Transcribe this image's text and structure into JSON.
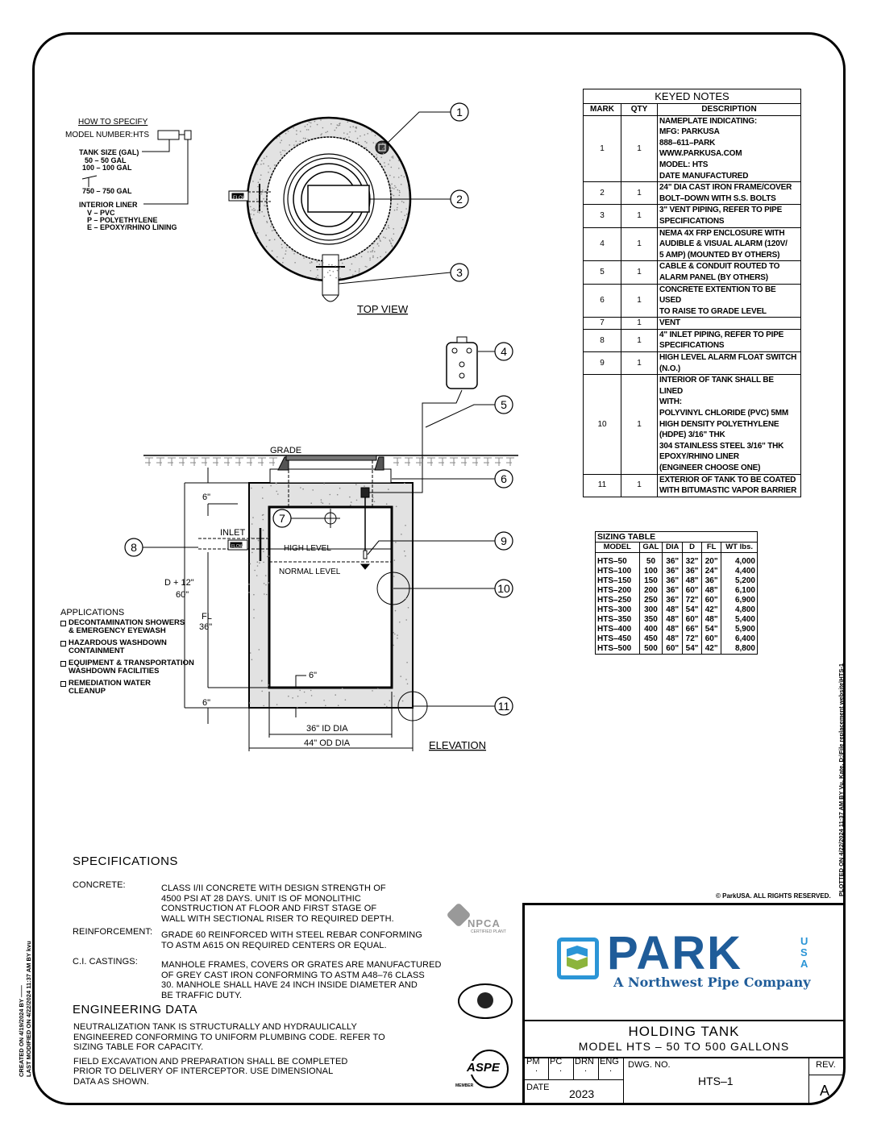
{
  "how_to_specify": {
    "title": "HOW TO SPECIFY",
    "model_number": "MODEL NUMBER:HTS",
    "tank_size_title": "TANK SIZE (GAL)",
    "tank_sizes": [
      "50 – 50 GAL",
      "100 – 100 GAL",
      "750 – 750 GAL"
    ],
    "liner_title": "INTERIOR LINER",
    "liners": [
      "V – PVC",
      "P – POLYETHYLENE",
      "E – EPOXY/RHINO LINING"
    ]
  },
  "top_view": {
    "title": "TOP VIEW",
    "flow_label": "FLOW"
  },
  "elevation": {
    "title": "ELEVATION",
    "grade": "GRADE",
    "inlet": "INLET",
    "flow_label": "FLOW",
    "high_level": "HIGH LEVEL",
    "normal_level": "NORMAL LEVEL",
    "dim_top": "6\"",
    "dim_depth": "D + 12\"",
    "dim_depth_value": "60\"",
    "dim_fl": "FL",
    "dim_fl_value": "36\"",
    "dim_floor": "6\"",
    "dim_bottom": "6\"",
    "id_dia": "36\" ID DIA",
    "od_dia": "44\" OD DIA"
  },
  "callouts": [
    "1",
    "2",
    "3",
    "4",
    "5",
    "6",
    "7",
    "8",
    "9",
    "10",
    "11"
  ],
  "applications": {
    "title": "APPLICATIONS",
    "items": [
      [
        "DECONTAMINATION SHOWERS",
        "& EMERGENCY EYEWASH"
      ],
      [
        "HAZARDOUS WASHDOWN",
        "CONTAINMENT"
      ],
      [
        "EQUIPMENT & TRANSPORTATION",
        "WASHDOWN FACILITIES"
      ],
      [
        "REMEDIATION WATER",
        "CLEANUP"
      ]
    ]
  },
  "keyed_notes": {
    "title": "KEYED NOTES",
    "headers": [
      "MARK",
      "QTY",
      "DESCRIPTION"
    ],
    "rows": [
      {
        "mark": "1",
        "qty": "1",
        "desc": "NAMEPLATE INDICATING:\nMFG: PARKUSA\n888–611–PARK\nWWW.PARKUSA.COM\nMODEL: HTS\nDATE MANUFACTURED"
      },
      {
        "mark": "2",
        "qty": "1",
        "desc": "24\" DIA CAST IRON FRAME/COVER\nBOLT–DOWN WITH S.S. BOLTS"
      },
      {
        "mark": "3",
        "qty": "1",
        "desc": "3\" VENT PIPING, REFER TO PIPE\nSPECIFICATIONS"
      },
      {
        "mark": "4",
        "qty": "1",
        "desc": "NEMA 4X FRP ENCLOSURE WITH\nAUDIBLE & VISUAL ALARM (120V/\n5 AMP) (MOUNTED BY OTHERS)"
      },
      {
        "mark": "5",
        "qty": "1",
        "desc": "CABLE & CONDUIT ROUTED TO\nALARM PANEL (BY OTHERS)"
      },
      {
        "mark": "6",
        "qty": "1",
        "desc": "CONCRETE EXTENTION TO BE USED\nTO RAISE TO GRADE LEVEL"
      },
      {
        "mark": "7",
        "qty": "1",
        "desc": "VENT"
      },
      {
        "mark": "8",
        "qty": "1",
        "desc": "4\" INLET PIPING, REFER TO PIPE\nSPECIFICATIONS"
      },
      {
        "mark": "9",
        "qty": "1",
        "desc": "HIGH LEVEL ALARM FLOAT SWITCH\n(N.O.)"
      },
      {
        "mark": "10",
        "qty": "1",
        "desc": "INTERIOR OF TANK SHALL BE LINED\nWITH:\nPOLYVINYL CHLORIDE (PVC) 5MM\nHIGH DENSITY POLYETHYLENE\n(HDPE) 3/16\" THK\n304 STAINLESS STEEL 3/16\" THK\nEPOXY/RHINO LINER\n(ENGINEER CHOOSE ONE)"
      },
      {
        "mark": "11",
        "qty": "1",
        "desc": "EXTERIOR OF TANK TO BE COATED\nWITH BITUMASTIC VAPOR BARRIER"
      }
    ]
  },
  "sizing_table": {
    "title": "SIZING TABLE",
    "headers": [
      "MODEL",
      "GAL",
      "DIA",
      "D",
      "FL",
      "WT lbs."
    ],
    "rows": [
      [
        "HTS–50",
        "50",
        "36\"",
        "32\"",
        "20\"",
        "4,000"
      ],
      [
        "HTS–100",
        "100",
        "36\"",
        "36\"",
        "24\"",
        "4,400"
      ],
      [
        "HTS–150",
        "150",
        "36\"",
        "48\"",
        "36\"",
        "5,200"
      ],
      [
        "HTS–200",
        "200",
        "36\"",
        "60\"",
        "48\"",
        "6,100"
      ],
      [
        "HTS–250",
        "250",
        "36\"",
        "72\"",
        "60\"",
        "6,900"
      ],
      [
        "HTS–300",
        "300",
        "48\"",
        "54\"",
        "42\"",
        "4,800"
      ],
      [
        "HTS–350",
        "350",
        "48\"",
        "60\"",
        "48\"",
        "5,400"
      ],
      [
        "HTS–400",
        "400",
        "48\"",
        "66\"",
        "54\"",
        "5,900"
      ],
      [
        "HTS–450",
        "450",
        "48\"",
        "72\"",
        "60\"",
        "6,400"
      ],
      [
        "HTS–500",
        "500",
        "60\"",
        "54\"",
        "42\"",
        "8,800"
      ]
    ]
  },
  "specifications": {
    "title": "SPECIFICATIONS",
    "items": [
      {
        "label": "CONCRETE:",
        "lines": [
          "CLASS I/II CONCRETE WITH DESIGN STRENGTH OF",
          "4500 PSI AT 28 DAYS.  UNIT IS OF MONOLITHIC",
          "CONSTRUCTION AT FLOOR AND FIRST STAGE OF",
          "WALL WITH SECTIONAL RISER TO REQUIRED DEPTH."
        ]
      },
      {
        "label": "REINFORCEMENT:",
        "lines": [
          "GRADE 60 REINFORCED WITH STEEL REBAR CONFORMING",
          "TO ASTM A615 ON REQUIRED CENTERS OR EQUAL."
        ]
      },
      {
        "label": "C.I. CASTINGS:",
        "lines": [
          "MANHOLE FRAMES, COVERS OR GRATES ARE MANUFACTURED",
          "OF GREY CAST IRON CONFORMING TO ASTM A48–76 CLASS",
          "30.  MANHOLE SHALL HAVE 24 INCH INSIDE DIAMETER AND",
          "BE TRAFFIC DUTY."
        ]
      }
    ]
  },
  "engineering_data": {
    "title": "ENGINEERING DATA",
    "paragraphs": [
      [
        "NEUTRALIZATION TANK IS STRUCTURALLY AND HYDRAULICALLY",
        "ENGINEERED CONFORMING TO UNIFORM PLUMBING CODE.  REFER TO",
        "SIZING TABLE FOR CAPACITY."
      ],
      [
        "FIELD EXCAVATION AND PREPARATION SHALL BE COMPLETED",
        "PRIOR TO DELIVERY OF INTERCEPTOR.  USE DIMENSIONAL",
        "DATA AS SHOWN."
      ]
    ]
  },
  "cert_logos": {
    "npca": "NPCA",
    "npca_sub": "CERTIFIED PLANT",
    "aspe": "ASPE",
    "aspe_sub": "MEMBER"
  },
  "copyright": "© ParkUSA. ALL RIGHTS RESERVED.",
  "plotted": "PLOTTED ON 4/22/2024 11:37 AM BY Vu, Kate, D:\\File replacement website\\HTS-1",
  "created": "CREATED ON 4/19/2024 BY ——",
  "modified": "LAST MODIFIED ON 4/22/2024 11:37 AM BY kvu",
  "title_block": {
    "logo_word": "PARK",
    "logo_usa": "USA",
    "logo_tagline": "A Northwest Pipe Company",
    "title": "HOLDING TANK",
    "subtitle": "MODEL HTS – 50 TO 500 GALLONS",
    "pm_label": "PM",
    "pm": ".",
    "pc_label": "PC",
    "pc": ".",
    "drn_label": "DRN",
    "drn": ".",
    "eng_label": "ENG",
    "eng": ".",
    "date_label": "DATE",
    "date": "2023",
    "dwg_label": "DWG. NO.",
    "dwg": "HTS–1",
    "rev_label": "REV.",
    "rev": "A"
  },
  "colors": {
    "logo_blue": "#1f5c99",
    "logo_light_blue": "#2b95d6",
    "logo_green": "#8cb43c",
    "concrete": "#e2e2e2"
  }
}
